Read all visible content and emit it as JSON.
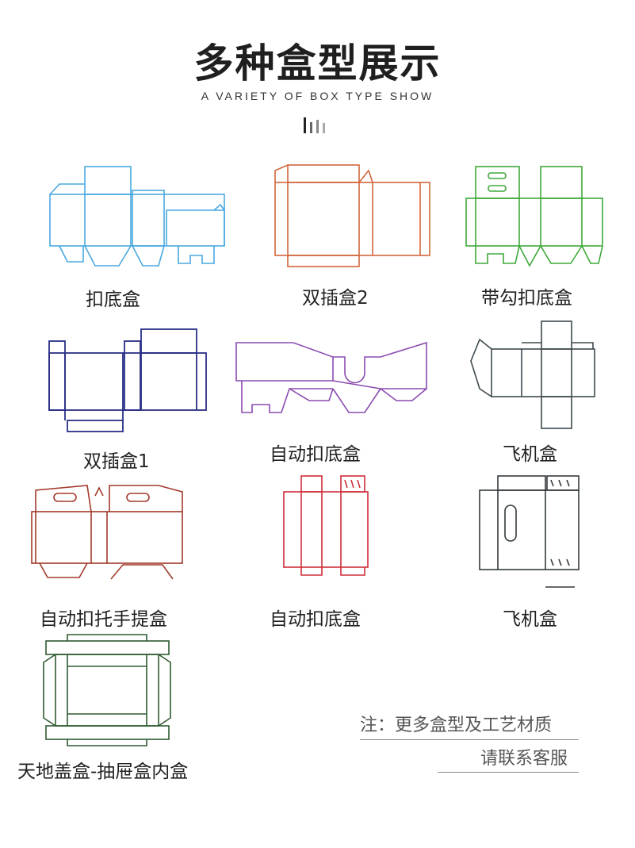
{
  "header": {
    "title": "多种盒型展示",
    "subtitle": "A VARIETY OF BOX TYPE SHOW"
  },
  "boxes": [
    {
      "label": "扣底盒",
      "color": "#4aa8e0"
    },
    {
      "label": "双插盒2",
      "color": "#d0673c"
    },
    {
      "label": "带勾扣底盒",
      "color": "#3fa83a"
    },
    {
      "label": "双插盒1",
      "color": "#2a2f86"
    },
    {
      "label": "自动扣底盒",
      "color": "#8a4bb0"
    },
    {
      "label": "飞机盒",
      "color": "#3e4a4f"
    },
    {
      "label": "自动扣托手提盒",
      "color": "#a23a2a"
    },
    {
      "label": "自动扣底盒",
      "color": "#cf2d3a"
    },
    {
      "label": "飞机盒",
      "color": "#333a3e"
    },
    {
      "label": "天地盖盒-抽屉盒内盒",
      "color": "#2f5a30"
    }
  ],
  "note": {
    "line1": "注：更多盒型及工艺材质",
    "line2": "请联系客服"
  }
}
